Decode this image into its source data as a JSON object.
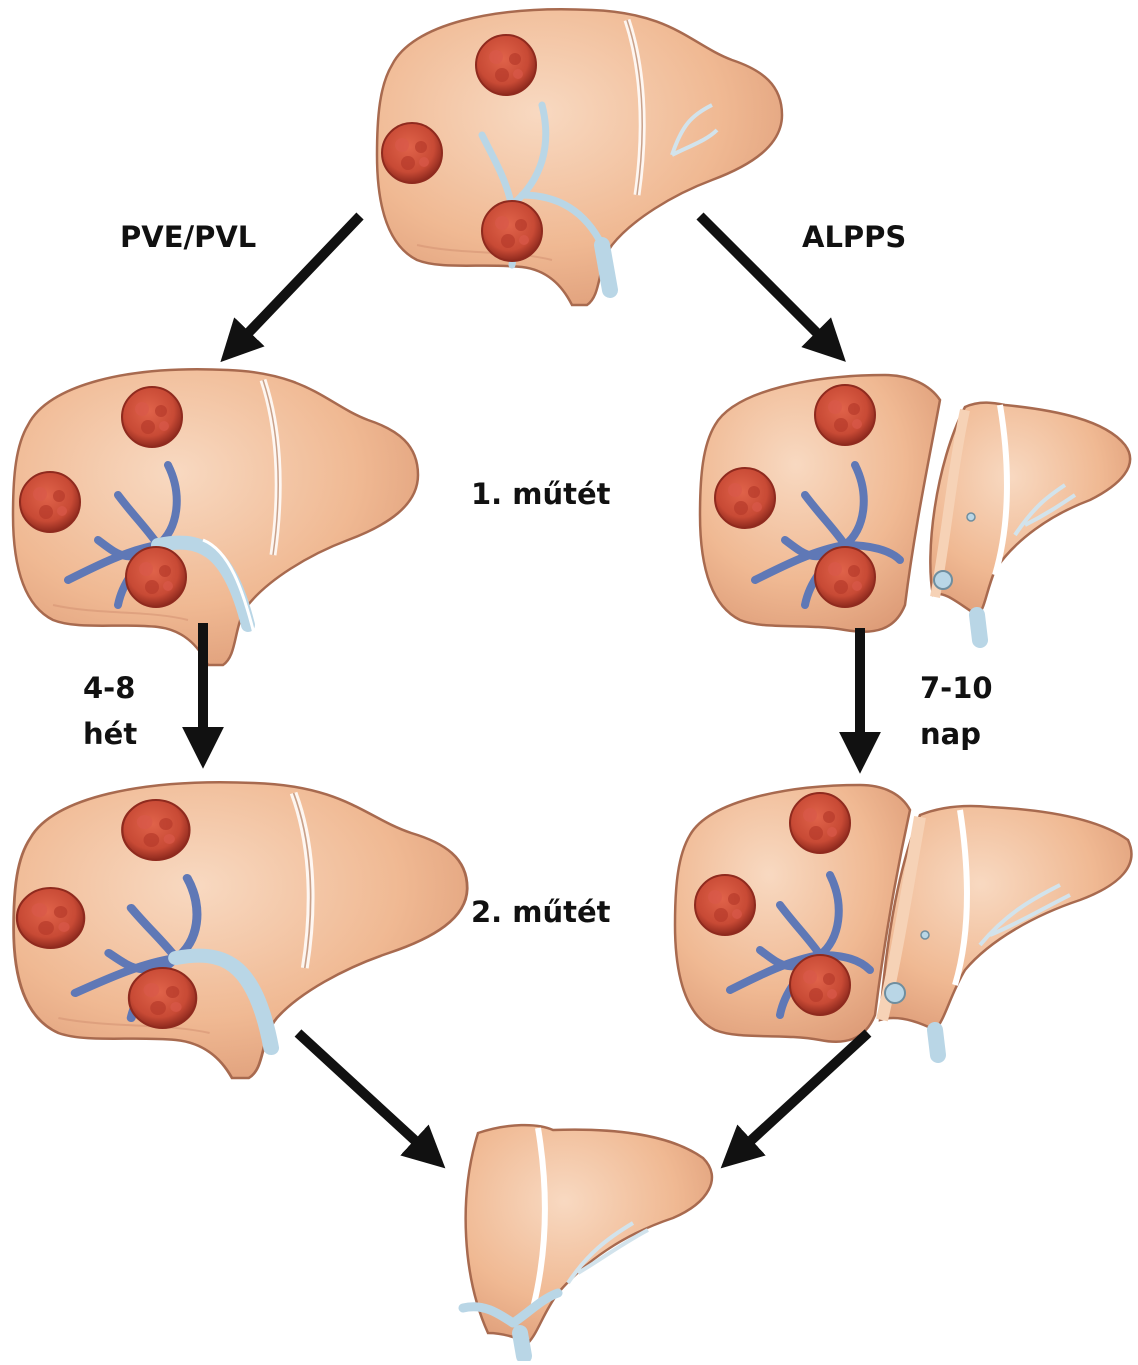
{
  "labels": {
    "pve_pvl": "PVE/PVL",
    "alpps": "ALPPS",
    "first_surgery": "1. műtét",
    "second_surgery": "2. műtét",
    "weeks_value": "4-8",
    "weeks_unit": "hét",
    "days_value": "7-10",
    "days_unit": "nap"
  },
  "colors": {
    "liver_fill": "#f0b993",
    "liver_light": "#f6d2b6",
    "liver_outline": "#a86a4f",
    "tumor_fill": "#c84a35",
    "tumor_dark": "#8f2a1e",
    "portal_vein_normal": "#b9d6e6",
    "portal_vein_occluded": "#5f78b6",
    "arrow": "#111111"
  }
}
